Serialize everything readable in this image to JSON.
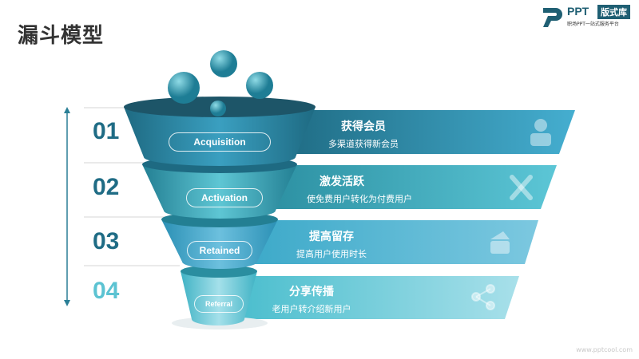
{
  "title": "漏斗模型",
  "logo": {
    "brand": "PPT",
    "tag": "版式库",
    "subtitle": "职场PPT一站式服务平台"
  },
  "footer": "www.pptcool.com",
  "stages": [
    {
      "number": "01",
      "label": "Acquisition",
      "title": "获得会员",
      "desc": "多渠道获得新会员",
      "icon": "user-icon"
    },
    {
      "number": "02",
      "label": "Activation",
      "title": "激发活跃",
      "desc": "使免费用户转化为付费用户",
      "icon": "crossed-bats-icon"
    },
    {
      "number": "03",
      "label": "Retained",
      "title": "提高留存",
      "desc": "提高用户使用时长",
      "icon": "box-icon"
    },
    {
      "number": "04",
      "label": "Referral",
      "title": "分享传播",
      "desc": "老用户转介绍新用户",
      "icon": "share-icon"
    }
  ],
  "colors": {
    "dark": "#1f6c85",
    "light": "#5cc3d2"
  }
}
